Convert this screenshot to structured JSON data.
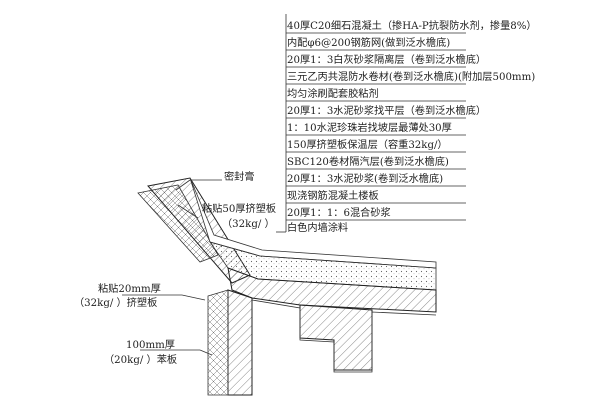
{
  "layers": [
    "40厚C20细石混凝土（掺HA-P抗裂防水剂，掺量8%）",
    "内配φ6@200钢筋网(做到泛水檐底)",
    "20厚1：3白灰砂浆隔离层（卷到泛水檐底）",
    "三元乙丙共混防水卷材(卷到泛水檐底)(附加层500mm)",
    "均匀涂刷配套胶粘剂",
    "20厚1：3水泥砂浆找平层（卷到泛水檐底）",
    "1：10水泥珍珠岩找坡层最薄处30厚",
    "150厚挤塑板保温层（容重32kg/）",
    "SBC120卷材隔汽层(卷到泛水檐底)",
    "20厚1：3水泥砂浆(卷到泛水檐底)",
    "现浇钢筋混凝土楼板",
    "20厚1：1：6混合砂浆",
    "白色内墙涂料"
  ],
  "callouts": {
    "sealant": "密封膏",
    "board50_line1": "粘贴50厚挤塑板",
    "board50_line2": "（32kg/ ）",
    "board20_line1": "粘贴20mm厚",
    "board20_line2": "（32kg/ ）挤塑板",
    "board100_line1": "100mm厚",
    "board100_line2": "（20kg/ ）苯板"
  }
}
